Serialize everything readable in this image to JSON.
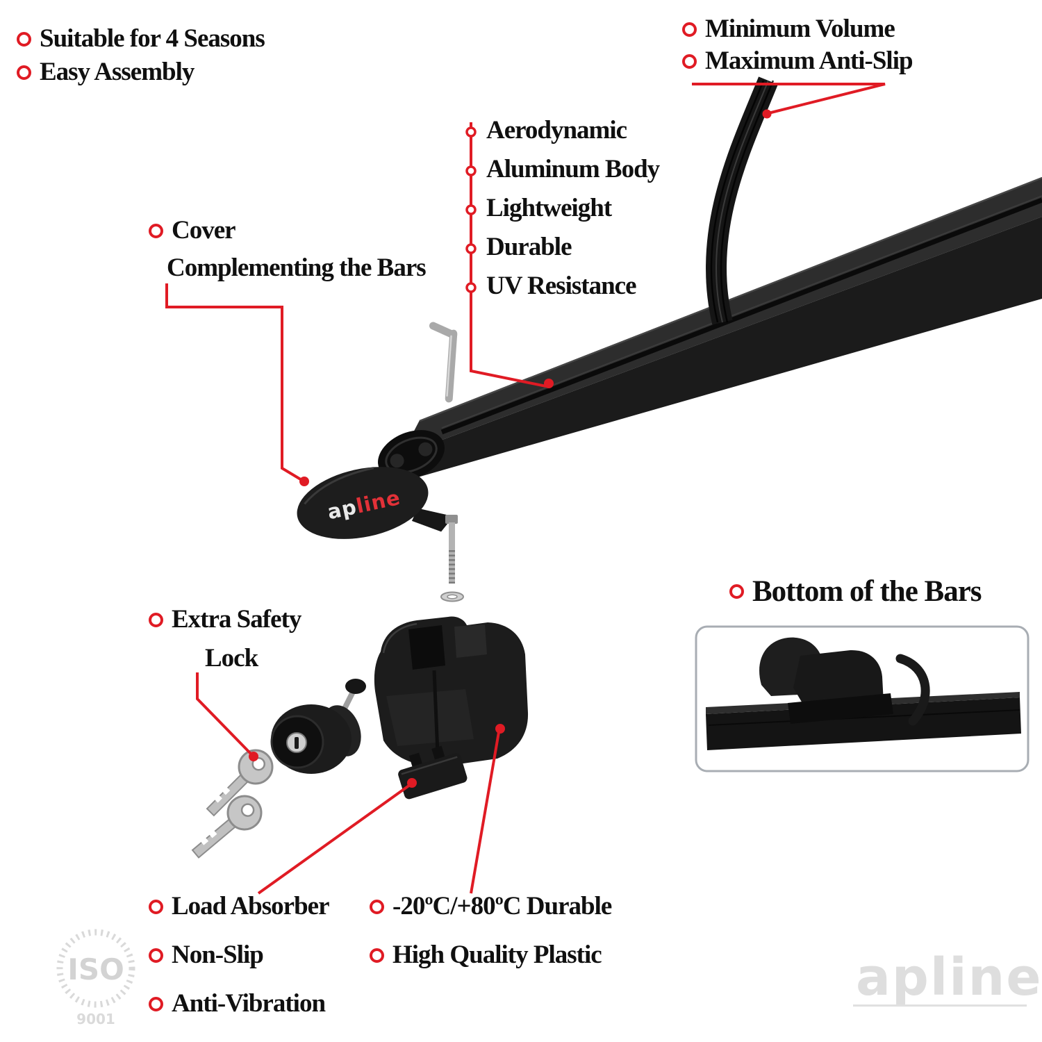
{
  "colors": {
    "accent": "#e01b24",
    "product_black": "#1b1b1b",
    "watermark_gray": "#dcdcdc"
  },
  "top_left": {
    "items": [
      {
        "label": "Suitable for 4 Seasons"
      },
      {
        "label": "Easy Assembly"
      }
    ]
  },
  "top_right": {
    "items": [
      {
        "label": "Minimum Volume"
      },
      {
        "label": "Maximum Anti-Slip"
      }
    ]
  },
  "features": {
    "items": [
      {
        "label": "Aerodynamic"
      },
      {
        "label": "Aluminum Body"
      },
      {
        "label": "Lightweight"
      },
      {
        "label": "Durable"
      },
      {
        "label": "UV Resistance"
      }
    ]
  },
  "cover_label": {
    "line1": "Cover",
    "line2": "Complementing the Bars"
  },
  "safety_label": {
    "line1": "Extra Safety",
    "line2": "Lock"
  },
  "bottom_bars_label": "Bottom of the Bars",
  "bottom_left": {
    "items": [
      {
        "label": "Load Absorber"
      },
      {
        "label": "Non-Slip"
      },
      {
        "label": "Anti-Vibration"
      }
    ]
  },
  "bottom_mid": {
    "items": [
      {
        "label": "-20ºC/+80ºC Durable"
      },
      {
        "label": "High Quality Plastic"
      }
    ]
  },
  "brand": {
    "ap": "ap",
    "line": "line",
    "watermark_ap": "ap",
    "watermark_line": "line",
    "iso": "ISO",
    "iso_number": "9001"
  }
}
